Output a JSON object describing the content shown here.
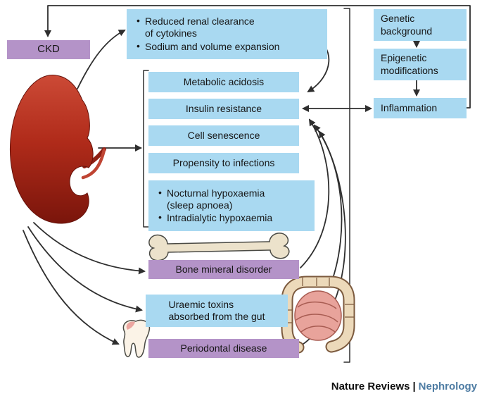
{
  "colors": {
    "box_blue": "#a9d9f1",
    "box_purple": "#b493c8",
    "arrow": "#2e2e2e",
    "kidney_red": "#b02b1a",
    "bone_cream": "#ece2cb",
    "gut_pink": "#e8a39b",
    "tooth_white": "#fbf3e7",
    "journal_blue": "#4e7ca3"
  },
  "nodes": {
    "ckd": "CKD",
    "clearance": [
      "Reduced renal clearance\nof cytokines",
      "Sodium and volume expansion"
    ],
    "genetic": "Genetic\nbackground",
    "epigenetic": "Epigenetic\nmodifications",
    "inflammation": "Inflammation",
    "middle": [
      "Metabolic acidosis",
      "Insulin resistance",
      "Cell senescence",
      "Propensity to infections"
    ],
    "hypoxaemia": [
      "Nocturnal hypoxaemia\n(sleep apnoea)",
      "Intradialytic hypoxaemia"
    ],
    "bone": "Bone mineral disorder",
    "gut": "Uraemic toxins\nabsorbed from the gut",
    "periodontal": "Periodontal disease"
  },
  "illustrations": {
    "kidney": "kidney",
    "bone": "long-bone",
    "intestine": "intestine",
    "tooth": "tooth"
  },
  "footer": {
    "brand": "Nature Reviews",
    "separator": "|",
    "journal": "Nephrology"
  }
}
